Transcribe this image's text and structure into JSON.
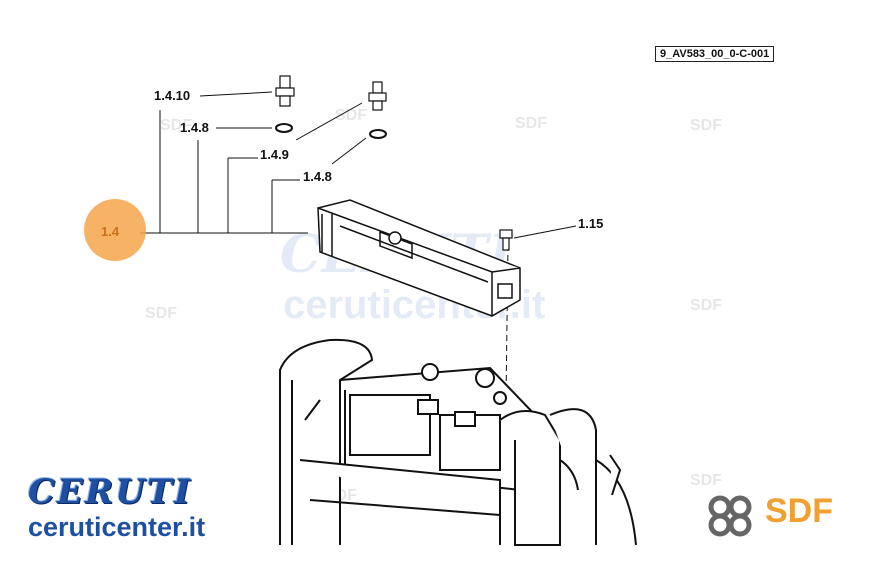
{
  "drawing": {
    "reference_code": "9_AV583_00_0-C-001"
  },
  "callouts": [
    {
      "id": "1.4.10",
      "label": "1.4.10"
    },
    {
      "id": "1.4.8a",
      "label": "1.4.8"
    },
    {
      "id": "1.4.9",
      "label": "1.4.9"
    },
    {
      "id": "1.4.8b",
      "label": "1.4.8"
    },
    {
      "id": "1.15",
      "label": "1.15"
    },
    {
      "id": "1.4",
      "label": "1.4",
      "highlighted": true
    }
  ],
  "branding": {
    "brand_name": "CERUTI",
    "website": "ceruticenter.it",
    "manufacturer": "SDF",
    "watermark_text": "ceruticenter.it",
    "watermark_brand": "CERUTI",
    "watermark_logo": "SDF"
  },
  "colors": {
    "highlight": "#f5a54a",
    "brand_blue": "#1e4fa0",
    "sdf_orange": "#f0a030",
    "line": "#111111"
  }
}
